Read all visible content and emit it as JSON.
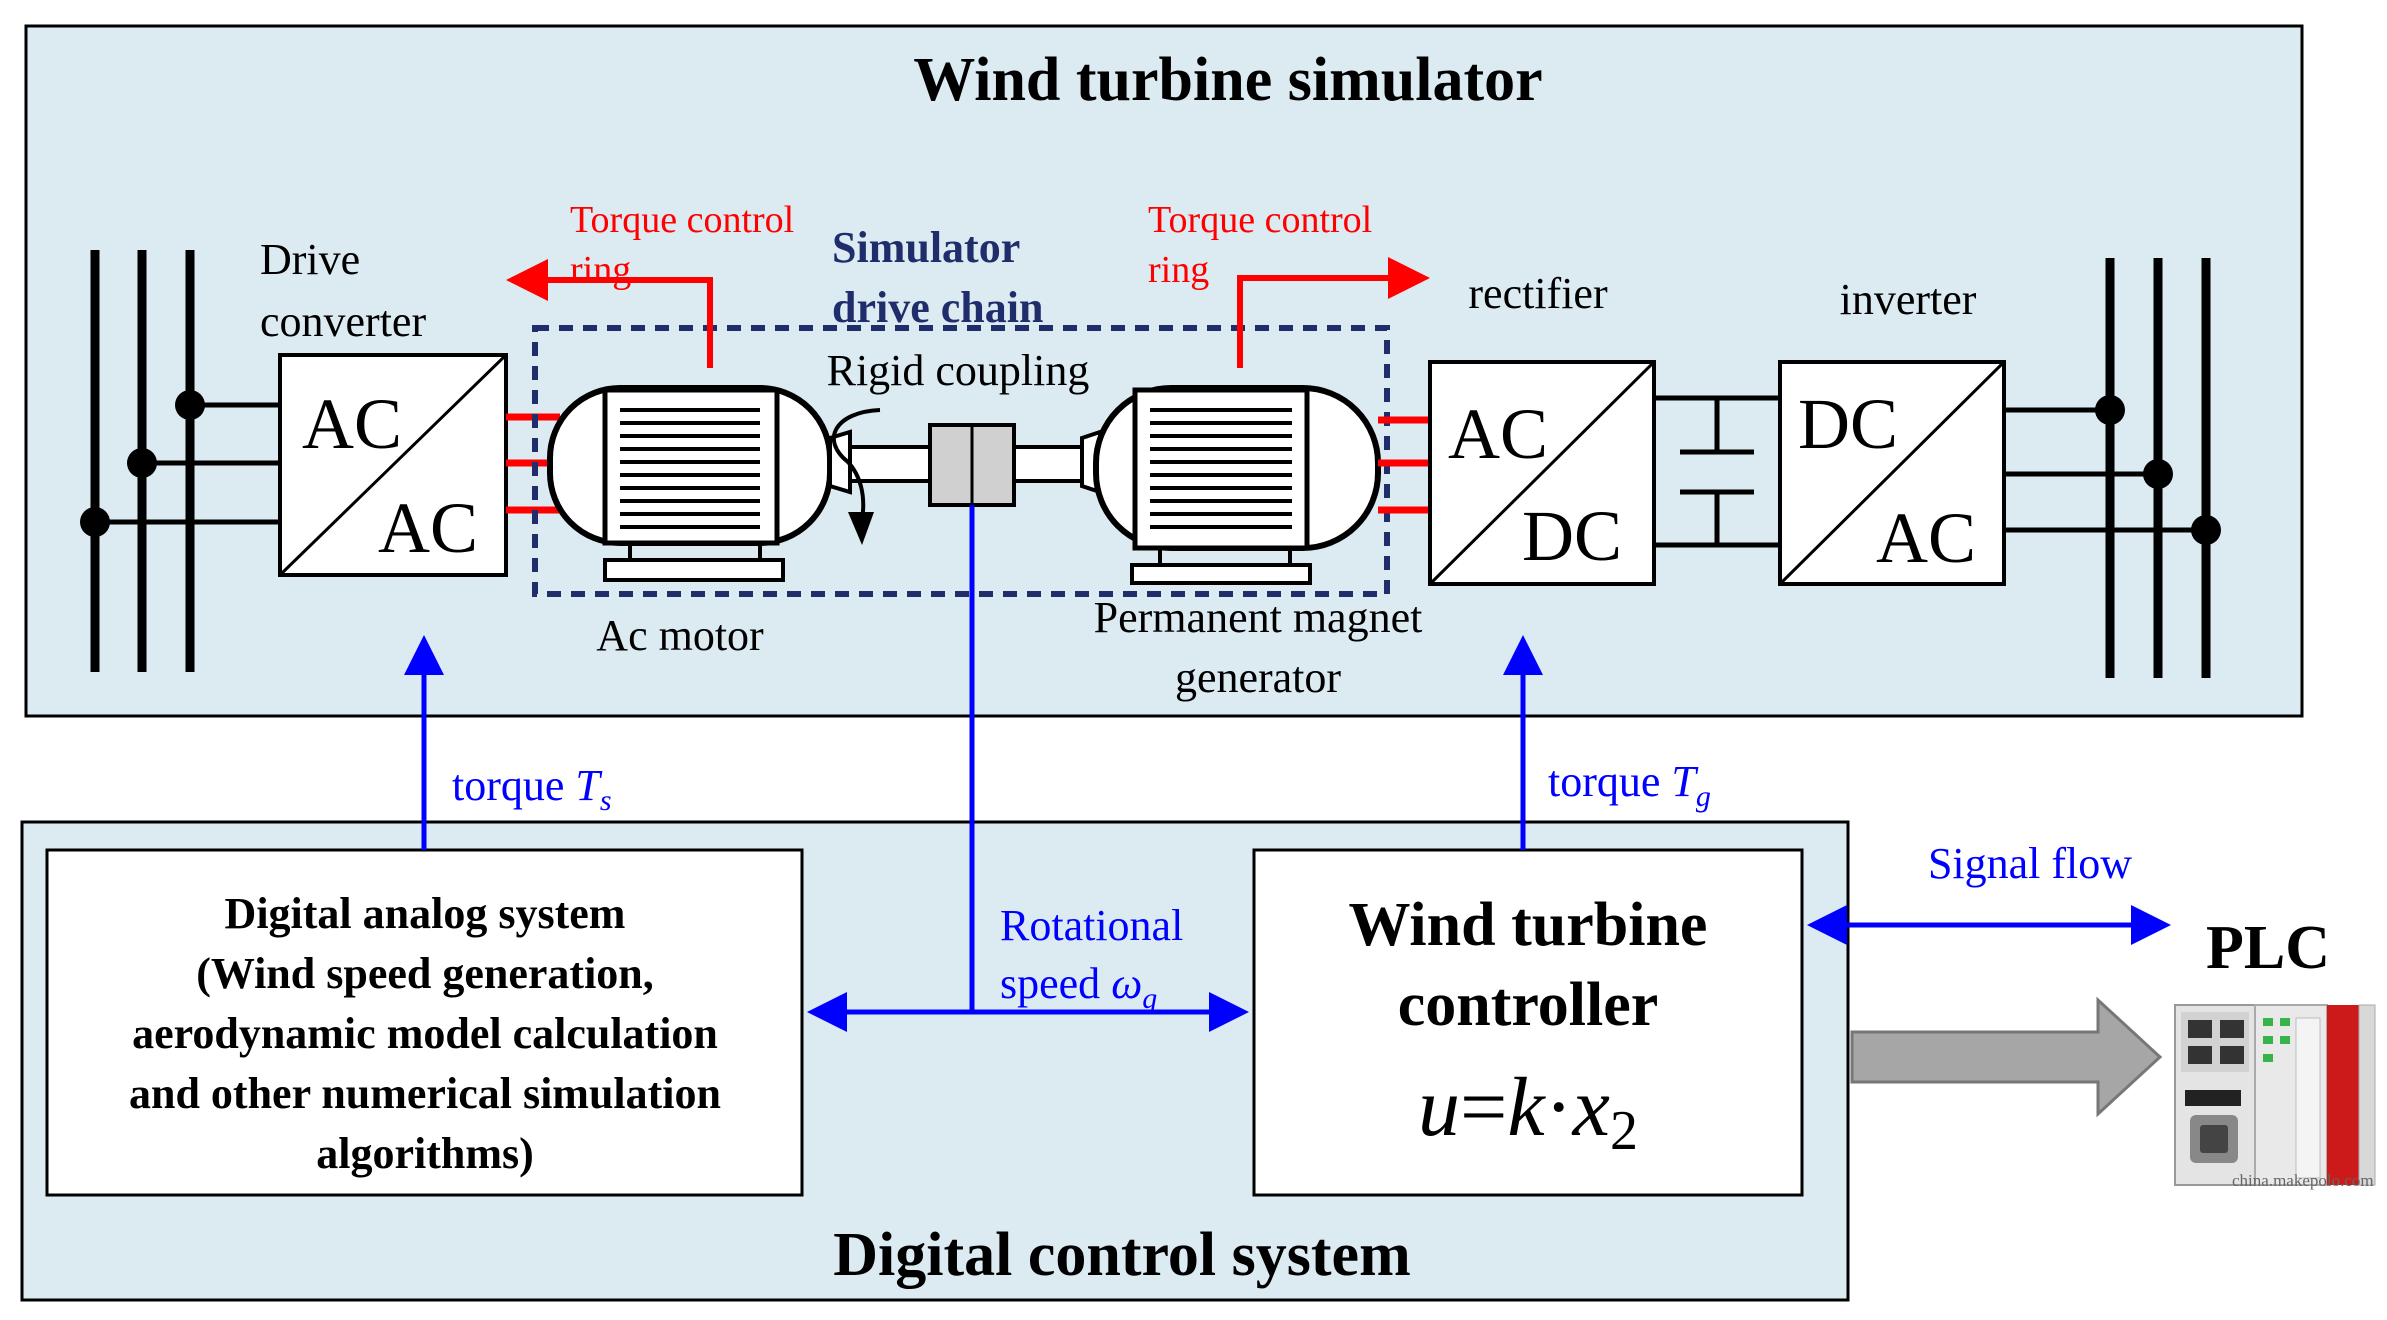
{
  "colors": {
    "panel_fill": "#dceaf2",
    "line": "#000000",
    "red": "#ff0000",
    "blue": "#0000ff",
    "navy": "#1f2d6b",
    "grey_box": "#d0d0d0",
    "grey_arrow": "#a6a6a6",
    "plc_red": "#cc1a1a"
  },
  "simulator": {
    "title": "Wind turbine simulator",
    "drive_converter": [
      "Drive",
      "converter"
    ],
    "ac_ac": {
      "top": "AC",
      "bottom": "AC"
    },
    "torque_left": [
      "Torque control",
      "ring"
    ],
    "torque_right": [
      "Torque control",
      "ring"
    ],
    "drive_chain": [
      "Simulator",
      "drive chain"
    ],
    "rigid_coupling": "Rigid coupling",
    "ac_motor": "Ac motor",
    "pm_generator": [
      "Permanent magnet",
      "generator"
    ],
    "rectifier": "rectifier",
    "inverter": "inverter",
    "ac_dc": {
      "top": "AC",
      "bottom": "DC"
    },
    "dc_ac": {
      "top": "DC",
      "bottom": "AC"
    }
  },
  "signals": {
    "torque_s": {
      "label": "torque ",
      "symbol": "T",
      "subscript": "s"
    },
    "torque_g": {
      "label": "torque ",
      "symbol": "T",
      "subscript": "g"
    },
    "rotational": [
      "Rotational",
      "speed "
    ],
    "omega": {
      "symbol": "ω",
      "subscript": "g"
    },
    "signal_flow": "Signal flow"
  },
  "control": {
    "title": "Digital control system",
    "analog_lines": [
      "Digital analog system",
      "(Wind speed generation,",
      "aerodynamic model calculation",
      "and other numerical simulation",
      "algorithms)"
    ],
    "controller_lines": [
      "Wind turbine",
      "controller"
    ],
    "formula": {
      "u": "u",
      "eq": "=",
      "k": "k",
      "dot": "·",
      "x": "x",
      "sub": "2"
    }
  },
  "plc": {
    "label": "PLC",
    "watermark": "china.makepolo.com"
  }
}
